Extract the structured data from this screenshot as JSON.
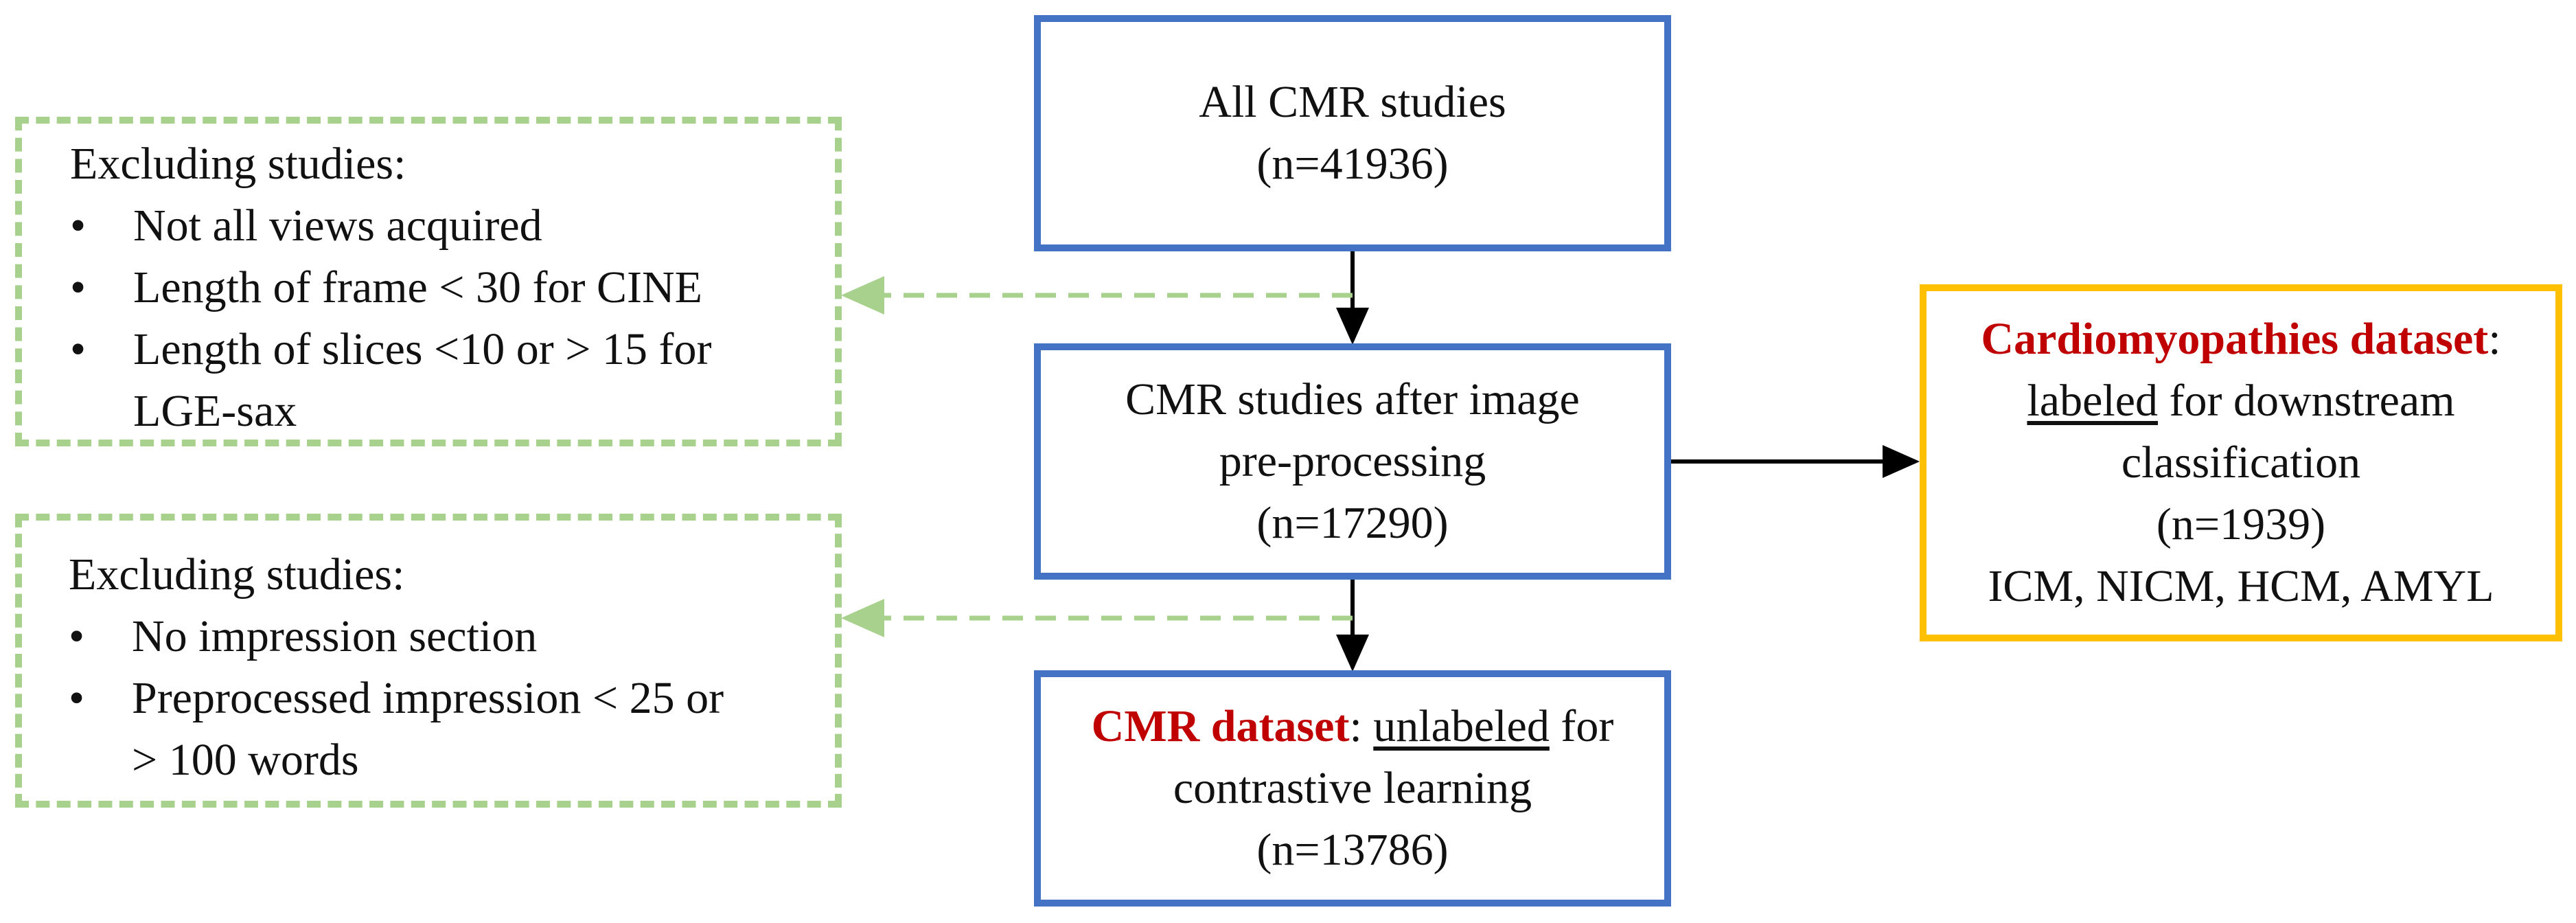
{
  "boxes": {
    "all_studies": {
      "line1": "All CMR studies",
      "line2": "(n=41936)"
    },
    "after_preprocessing": {
      "line1": "CMR studies after image",
      "line2": "pre-processing",
      "line3": "(n=17290)"
    },
    "cmr_dataset": {
      "title": "CMR dataset",
      "sep": ": ",
      "underlined": "unlabeled",
      "rest": " for",
      "line2": "contrastive learning",
      "line3": "(n=13786)"
    },
    "cardiomyopathies": {
      "title": "Cardiomyopathies dataset",
      "sep": ":",
      "underlined": "labeled",
      "rest": " for downstream",
      "line3": "classification",
      "line4": "(n=1939)",
      "line5": "ICM, NICM, HCM, AMYL"
    }
  },
  "exclusions": {
    "first": {
      "heading": "Excluding studies:",
      "bullet": "•",
      "items": [
        [
          "Not all views acquired"
        ],
        [
          "Length of frame < 30 for CINE"
        ],
        [
          "Length of slices <10 or > 15 for",
          "LGE-sax"
        ]
      ]
    },
    "second": {
      "heading": "Excluding studies:",
      "bullet": "•",
      "items": [
        [
          "No impression section"
        ],
        [
          "Preprocessed impression < 25 or",
          "> 100 words"
        ]
      ]
    }
  },
  "colors": {
    "main_box_border": "#4472C4",
    "output_box_border": "#FFC000",
    "exclusion_border": "#A9D18E",
    "highlight_text": "#C00000",
    "arrow": "#000000"
  }
}
